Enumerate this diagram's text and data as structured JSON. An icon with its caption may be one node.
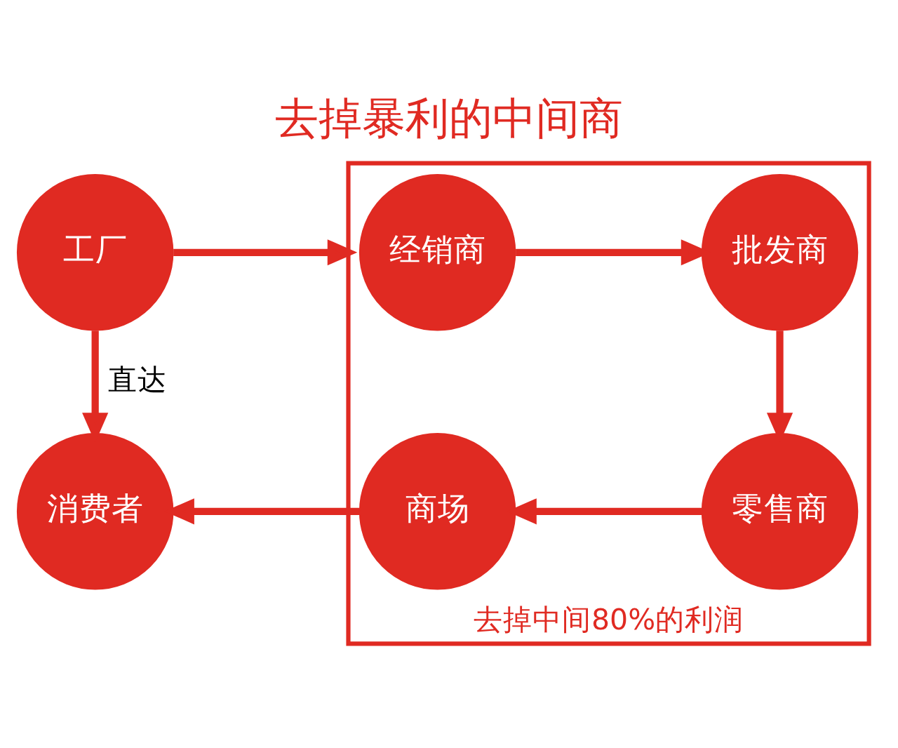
{
  "diagram": {
    "title": "去掉暴利的中间商",
    "nodes": [
      {
        "text": [
          "工厂"
        ]
      },
      {
        "text": [],
        "shape": "box",
        "beside": [
          "去掉中间80%的利润"
        ]
      },
      {
        "text": [
          "经销商"
        ],
        "in": 1
      },
      {
        "text": [
          "批发商"
        ],
        "in": 1
      },
      {
        "text": [
          "零售商"
        ],
        "in": 1
      },
      {
        "text": [
          "商场"
        ],
        "in": 1
      },
      {
        "text": [
          "消费者"
        ]
      }
    ],
    "edges": [
      {
        "from": 0,
        "to": 1,
        "arrow": "to"
      },
      {
        "from": 2,
        "to": 3,
        "arrow": "to"
      },
      {
        "from": 3,
        "to": 4,
        "arrow": "to"
      },
      {
        "from": 4,
        "to": 5,
        "arrow": "to"
      },
      {
        "from": 5,
        "to": 6,
        "arrow": "to"
      },
      {
        "from": 0,
        "to": 6,
        "arrow": "to",
        "label": "直达"
      }
    ]
  }
}
